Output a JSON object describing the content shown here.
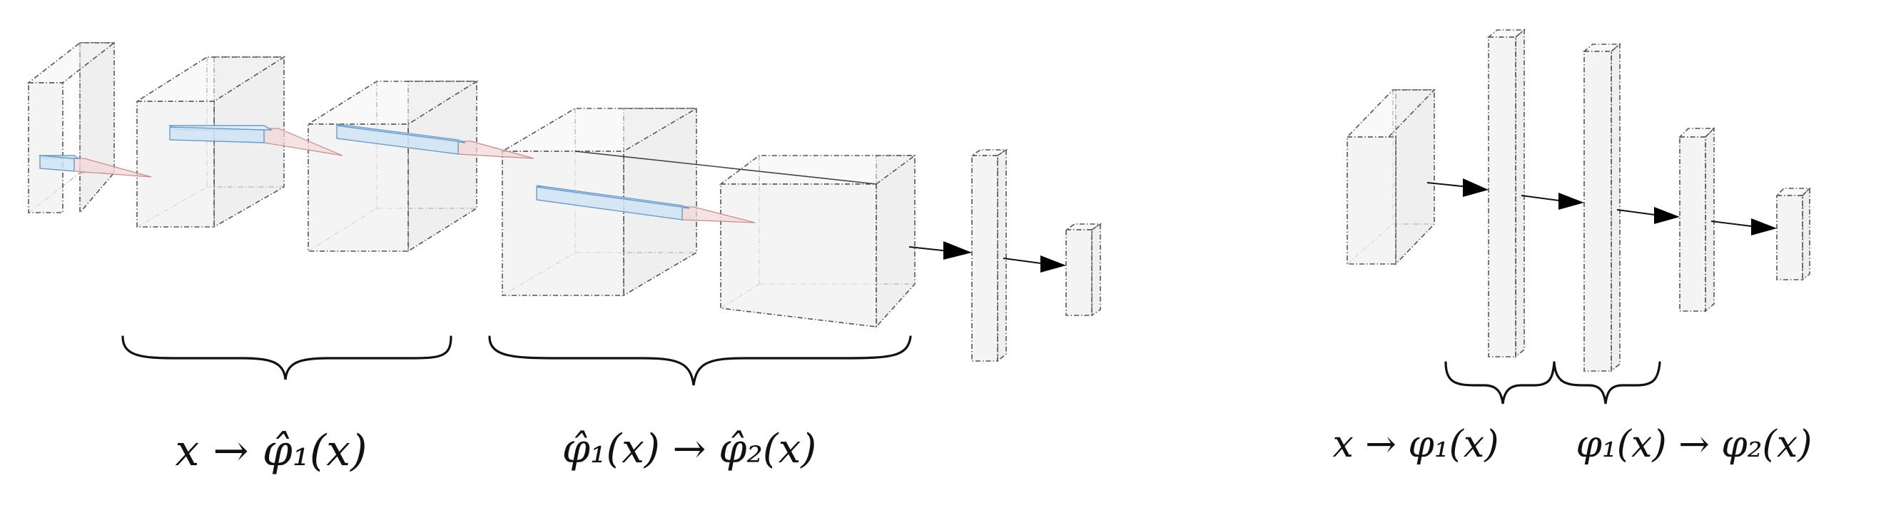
{
  "left_group": {
    "label_1": "x → φ̂₁(x)",
    "label_2": "φ̂₁(x) → φ̂₂(x)"
  },
  "right_group": {
    "label_1": "x → φ₁(x)",
    "label_2": "φ₁(x) → φ₂(x)"
  }
}
